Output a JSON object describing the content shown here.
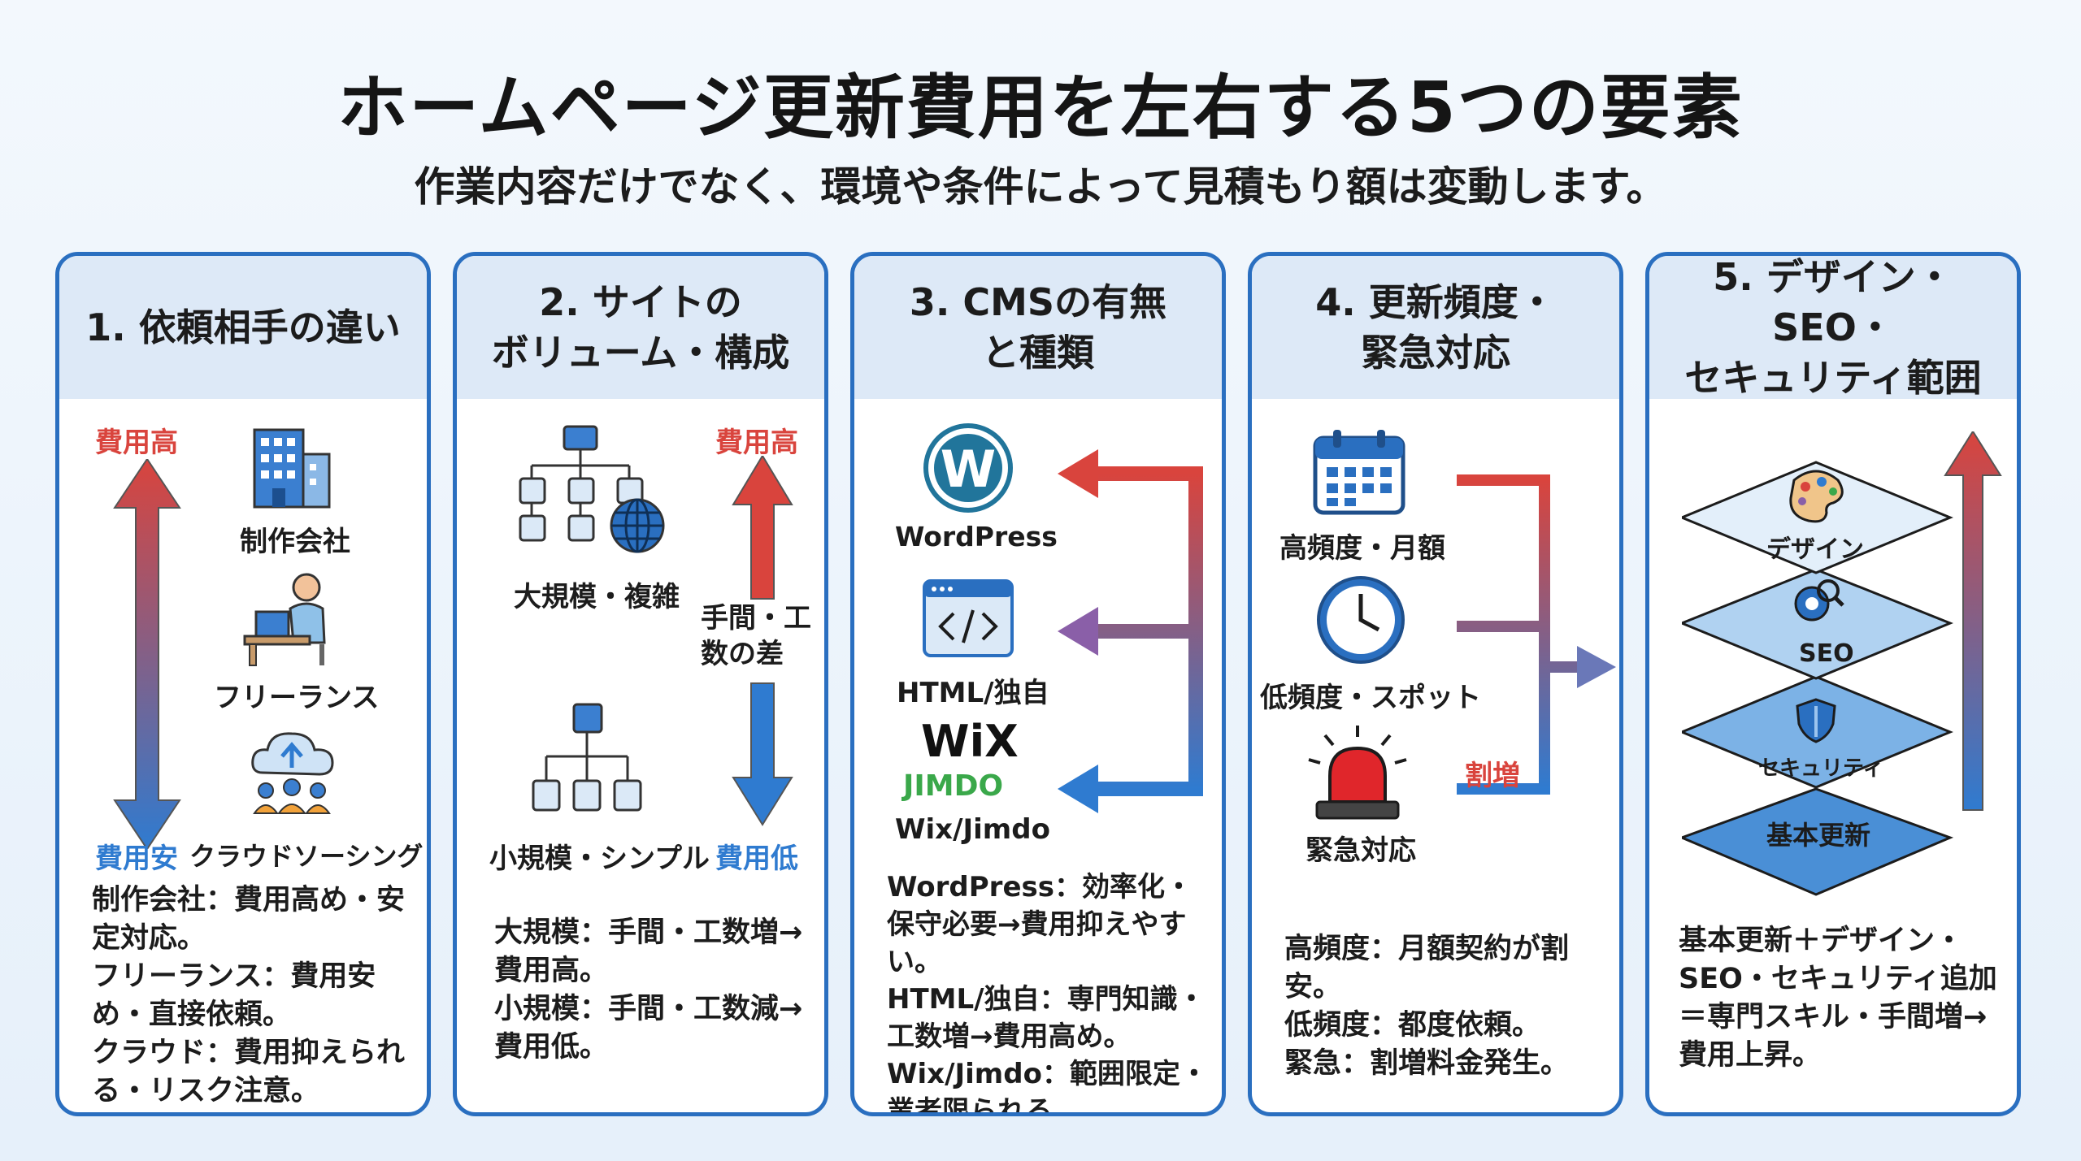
{
  "title": "ホームページ更新費用を左右する5つの要素",
  "subtitle": "作業内容だけでなく、環境や条件によって見積もり額は変動します。",
  "colors": {
    "border": "#2a6fc0",
    "header_bg": "#dde9f7",
    "red": "#d9443d",
    "blue": "#2f7bd0"
  },
  "cards": [
    {
      "heading": "1. 依頼相手の違い",
      "high": "費用高",
      "low": "費用安",
      "items": [
        "制作会社",
        "フリーランス",
        "クラウドソーシング"
      ],
      "description": "制作会社：費用高め・安定対応。\nフリーランス：費用安め・直接依頼。\nクラウド：費用抑えられる・リスク注意。"
    },
    {
      "heading": "2. サイトの\nボリューム・構成",
      "high": "費用高",
      "low": "費用低",
      "middle": "手間・工\n数の差",
      "items": [
        "大規模・複雑",
        "小規模・シンプル"
      ],
      "description": "大規模：手間・工数増→費用高。\n小規模：手間・工数減→費用低。"
    },
    {
      "heading": "3. CMSの有無\nと種類",
      "items": [
        "WordPress",
        "HTML/独自",
        "Wix/Jimdo"
      ],
      "logo_wix": "WiX",
      "logo_jimdo": "JIMDO",
      "description": "WordPress：効率化・保守必要→費用抑えやすい。\nHTML/独自：専門知識・工数増→費用高め。\nWix/Jimdo：範囲限定・業者限られる。"
    },
    {
      "heading": "4. 更新頻度・\n緊急対応",
      "items": [
        "高頻度・月額",
        "低頻度・スポット",
        "緊急対応"
      ],
      "surcharge": "割増",
      "description": "高頻度：月額契約が割安。\n低頻度：都度依頼。\n緊急：割増料金発生。"
    },
    {
      "heading": "5. デザイン・SEO・\nセキュリティ範囲",
      "layers": [
        "デザイン",
        "SEO",
        "セキュリティ",
        "基本更新"
      ],
      "description": "基本更新＋デザイン・SEO・セキュリティ追加＝専門スキル・手間増→費用上昇。"
    }
  ]
}
